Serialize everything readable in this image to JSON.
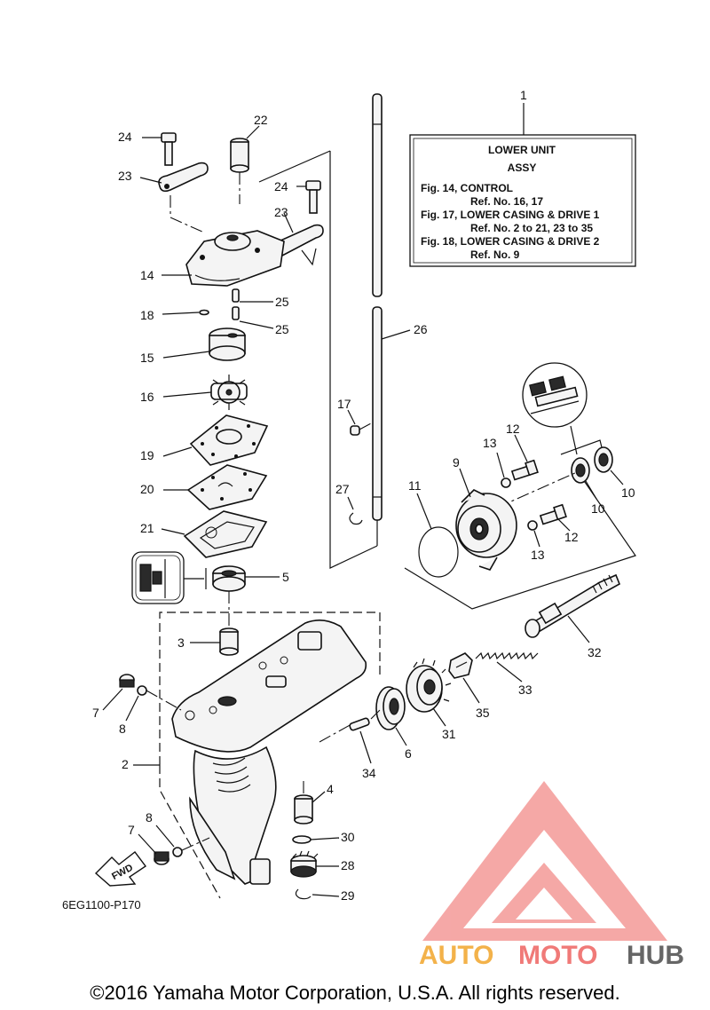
{
  "info_box": {
    "title_line1": "LOWER UNIT",
    "title_line2": "ASSY",
    "lines": [
      "Fig. 14, CONTROL",
      "Ref. No. 16, 17",
      "Fig. 17, LOWER CASING & DRIVE 1",
      "Ref. No. 2 to 21, 23 to 35",
      "Fig. 18, LOWER CASING & DRIVE 2",
      "Ref. No. 9"
    ]
  },
  "callouts": {
    "c1": "1",
    "c2": "2",
    "c3": "3",
    "c4": "4",
    "c5": "5",
    "c6": "6",
    "c7a": "7",
    "c7b": "7",
    "c8a": "8",
    "c8b": "8",
    "c9": "9",
    "c10a": "10",
    "c10b": "10",
    "c11": "11",
    "c12a": "12",
    "c12b": "12",
    "c13a": "13",
    "c13b": "13",
    "c14": "14",
    "c15": "15",
    "c16": "16",
    "c17": "17",
    "c18": "18",
    "c19": "19",
    "c20": "20",
    "c21": "21",
    "c22": "22",
    "c23a": "23",
    "c23b": "23",
    "c24a": "24",
    "c24b": "24",
    "c25a": "25",
    "c25b": "25",
    "c26": "26",
    "c27": "27",
    "c28": "28",
    "c29": "29",
    "c30": "30",
    "c31": "31",
    "c32": "32",
    "c33": "33",
    "c34": "34",
    "c35": "35"
  },
  "fwd_label": "FWD",
  "diagram_code": "6EG1100-P170",
  "watermark": {
    "part1": "AUTO",
    "part2": "MOTO",
    "part3": "HUB"
  },
  "copyright": "©2016 Yamaha Motor Corporation, U.S.A. All rights reserved.",
  "colors": {
    "logo_red": "#f07a78",
    "logo_orange": "#f3b24a",
    "logo_gray": "#666666"
  }
}
